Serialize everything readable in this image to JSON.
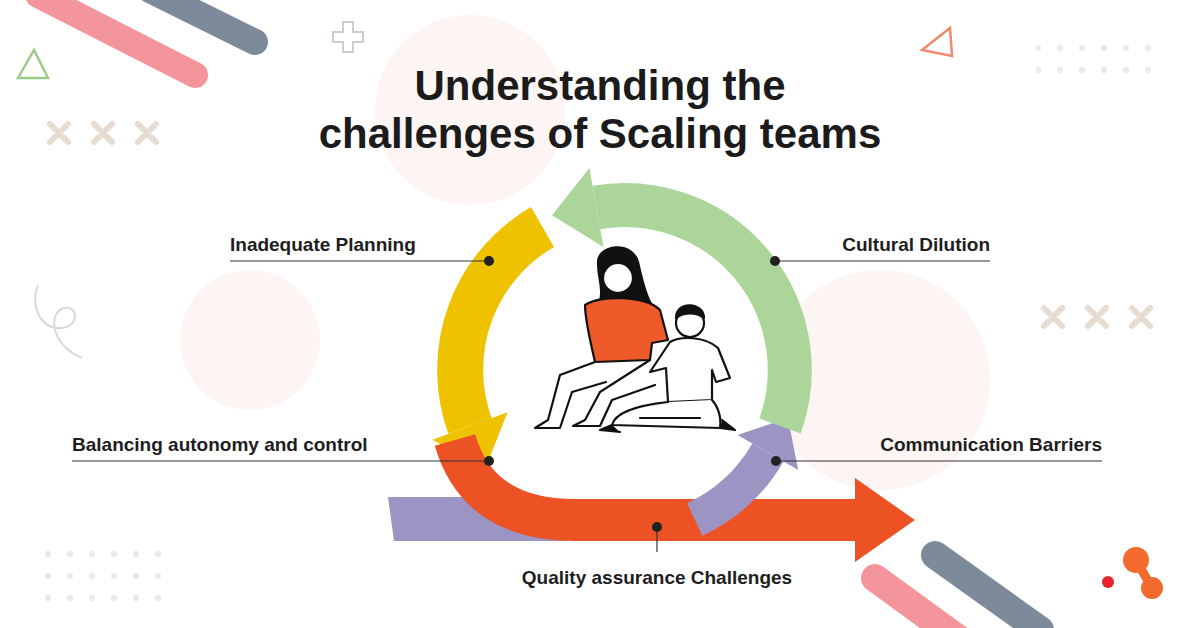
{
  "diagram": {
    "title": "Understanding the challenges of Scaling teams",
    "labels": [
      "Inadequate Planning",
      "Cultural Dilution",
      "Balancing autonomy and control",
      "Communication Barriers",
      "Quality assurance Challenges"
    ]
  }
}
